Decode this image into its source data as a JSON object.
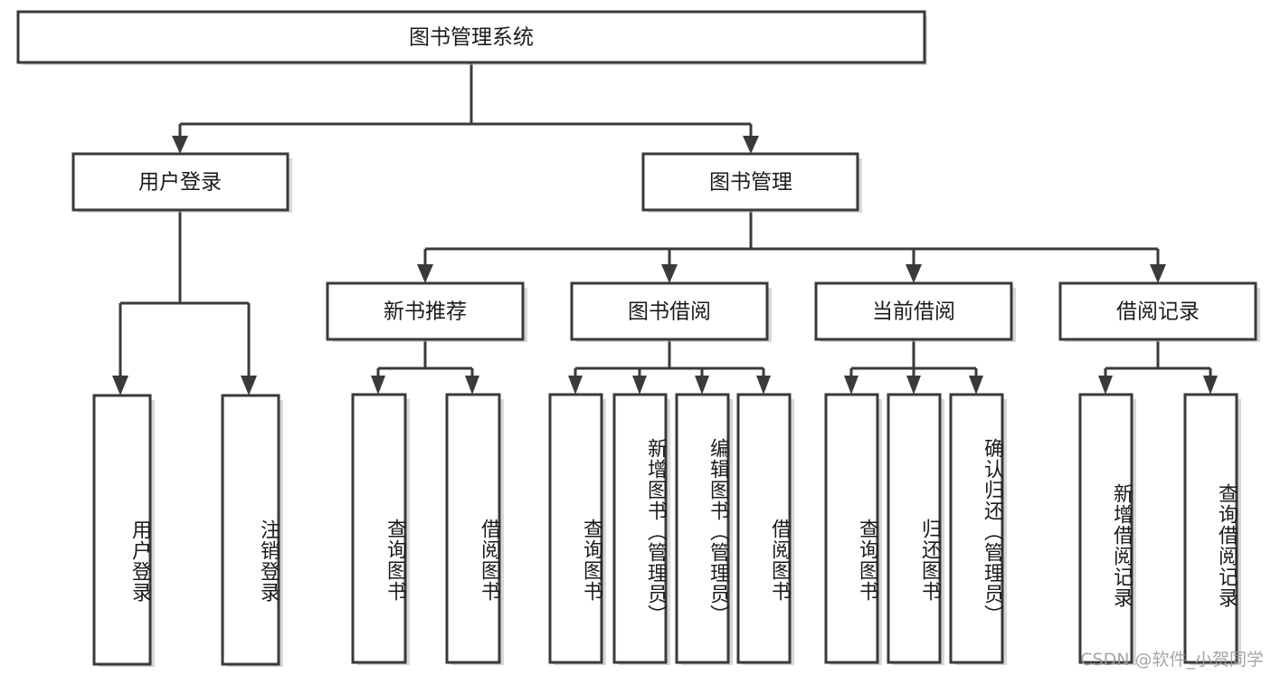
{
  "diagram": {
    "type": "tree",
    "title": "图书管理系统",
    "root": {
      "id": "root",
      "label": "图书管理系统",
      "orientation": "horizontal"
    },
    "level2": [
      {
        "id": "user-login",
        "label": "用户登录",
        "orientation": "horizontal"
      },
      {
        "id": "book-manage",
        "label": "图书管理",
        "orientation": "horizontal"
      }
    ],
    "level3": [
      {
        "id": "new-book-rec",
        "label": "新书推荐",
        "orientation": "horizontal",
        "parent": "book-manage"
      },
      {
        "id": "book-borrow",
        "label": "图书借阅",
        "orientation": "horizontal",
        "parent": "book-manage"
      },
      {
        "id": "current-borrow",
        "label": "当前借阅",
        "orientation": "horizontal",
        "parent": "book-manage"
      },
      {
        "id": "borrow-record",
        "label": "借阅记录",
        "orientation": "horizontal",
        "parent": "book-manage"
      }
    ],
    "leaves": {
      "user-login": [
        {
          "id": "leaf-user-login",
          "label": "用户登录",
          "orientation": "vertical"
        },
        {
          "id": "leaf-user-logout",
          "label": "注销登录",
          "orientation": "vertical"
        }
      ],
      "new-book-rec": [
        {
          "id": "leaf-query-book-1",
          "label": "查询图书",
          "orientation": "vertical"
        },
        {
          "id": "leaf-borrow-book-1",
          "label": "借阅图书",
          "orientation": "vertical"
        }
      ],
      "book-borrow": [
        {
          "id": "leaf-query-book-2",
          "label": "查询图书",
          "orientation": "vertical"
        },
        {
          "id": "leaf-add-book",
          "label": "新增图书（管理员）",
          "orientation": "vertical"
        },
        {
          "id": "leaf-edit-book",
          "label": "编辑图书（管理员）",
          "orientation": "vertical"
        },
        {
          "id": "leaf-borrow-book-2",
          "label": "借阅图书",
          "orientation": "vertical"
        }
      ],
      "current-borrow": [
        {
          "id": "leaf-query-book-3",
          "label": "查询图书",
          "orientation": "vertical"
        },
        {
          "id": "leaf-return-book",
          "label": "归还图书",
          "orientation": "vertical"
        },
        {
          "id": "leaf-confirm-return",
          "label": "确认归还（管理员）",
          "orientation": "vertical"
        }
      ],
      "borrow-record": [
        {
          "id": "leaf-add-record",
          "label": "新增借阅记录",
          "orientation": "vertical"
        },
        {
          "id": "leaf-query-record",
          "label": "查询借阅记录",
          "orientation": "vertical"
        }
      ]
    },
    "colors": {
      "box_stroke": "#3a3a3a",
      "box_fill": "#ffffff",
      "connector": "#3a3a3a",
      "text": "#1b1b1b",
      "background": "#ffffff",
      "watermark": "#9a9a9a"
    }
  },
  "watermark": {
    "text": "CSDN @软件_小贺同学"
  }
}
